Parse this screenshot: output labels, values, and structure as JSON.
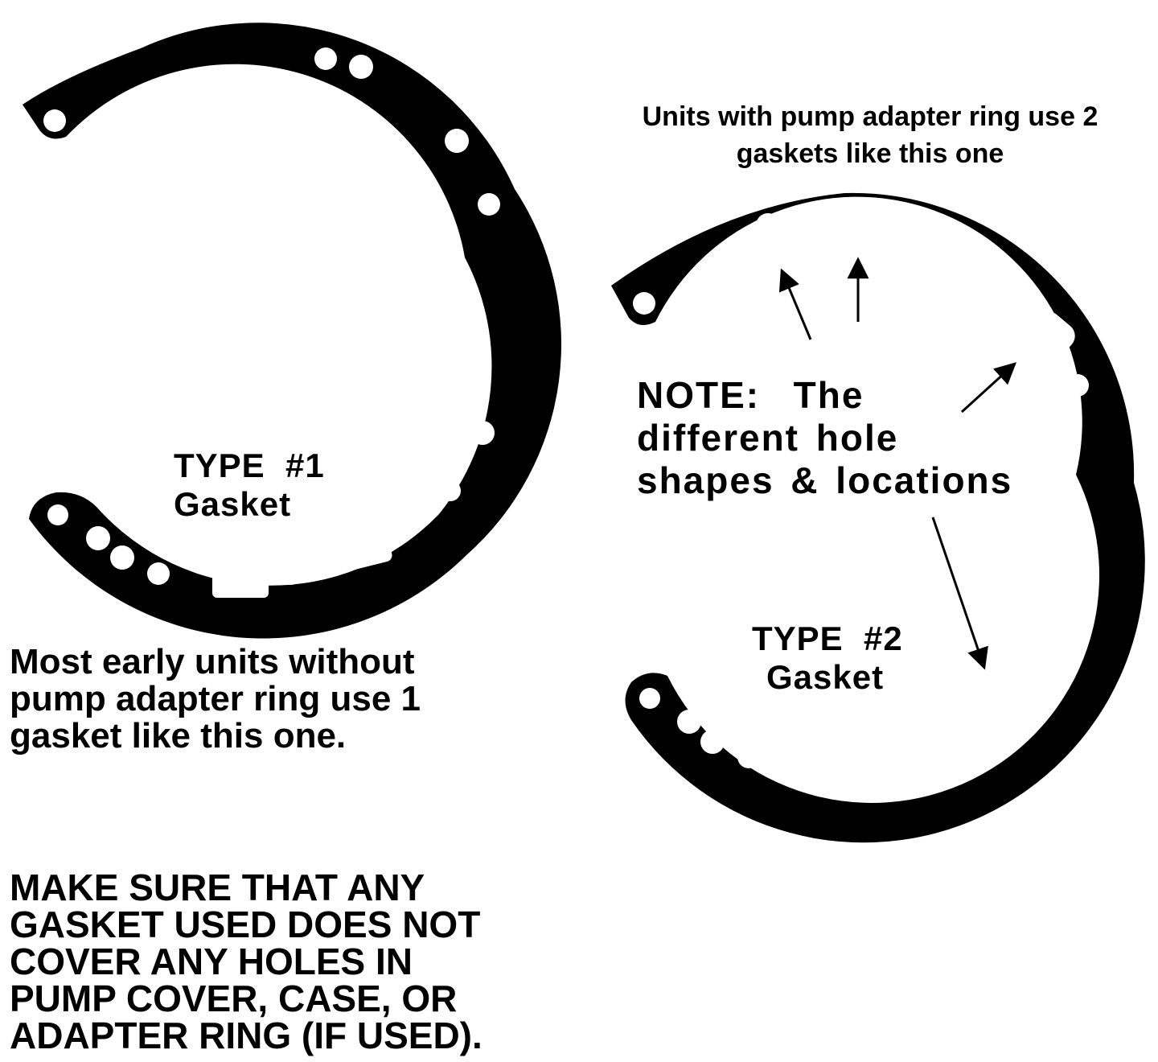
{
  "caption_type2": {
    "line1": "Units with pump adapter ring use 2",
    "line2": "gaskets like this one"
  },
  "note": {
    "line1": "NOTE:  The",
    "line2": "different hole",
    "line3": "shapes & locations"
  },
  "type1_label": {
    "line1": "TYPE  #1",
    "line2": "Gasket"
  },
  "type2_label": {
    "line1": "TYPE  #2",
    "line2": "Gasket"
  },
  "caption_type1": {
    "line1": "Most early units without",
    "line2": "pump adapter ring use 1",
    "line3": "gasket like this one."
  },
  "warning": {
    "line1": "MAKE SURE THAT ANY",
    "line2": "GASKET USED DOES NOT",
    "line3": "COVER ANY HOLES IN",
    "line4": "PUMP COVER, CASE, OR",
    "line5": "ADAPTER RING (IF USED)."
  },
  "colors": {
    "ink": "#000000",
    "paper": "#ffffff"
  }
}
